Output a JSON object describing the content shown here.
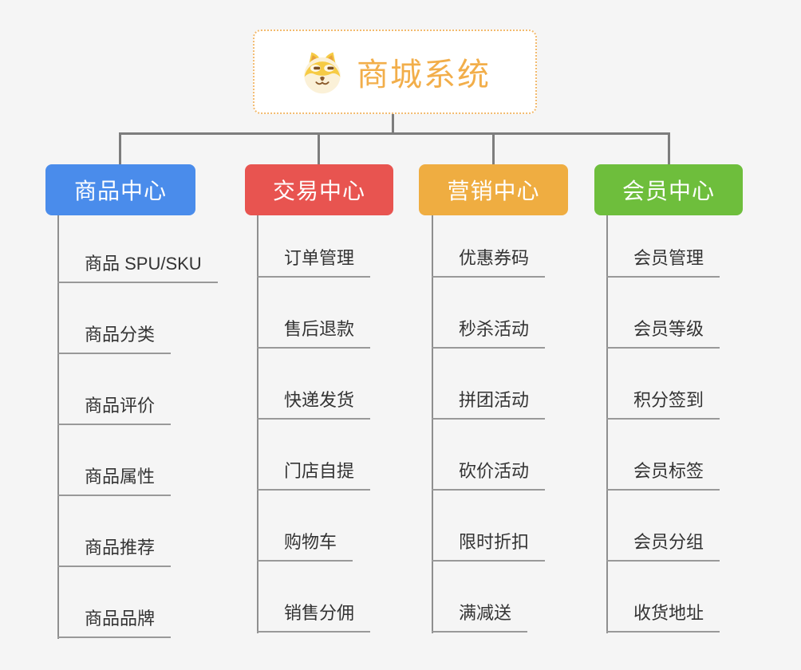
{
  "root": {
    "title": "商城系统",
    "icon": "shiba-dog-icon"
  },
  "branches": [
    {
      "label": "商品中心",
      "color": "#4A8CEB",
      "items": [
        "商品 SPU/SKU",
        "商品分类",
        "商品评价",
        "商品属性",
        "商品推荐",
        "商品品牌"
      ]
    },
    {
      "label": "交易中心",
      "color": "#E85450",
      "items": [
        "订单管理",
        "售后退款",
        "快递发货",
        "门店自提",
        "购物车",
        "销售分佣"
      ]
    },
    {
      "label": "营销中心",
      "color": "#EFAD41",
      "items": [
        "优惠券码",
        "秒杀活动",
        "拼团活动",
        "砍价活动",
        "限时折扣",
        "满减送"
      ]
    },
    {
      "label": "会员中心",
      "color": "#6EBE3C",
      "items": [
        "会员管理",
        "会员等级",
        "积分签到",
        "会员标签",
        "会员分组",
        "收货地址"
      ]
    }
  ],
  "colors": {
    "background": "#F5F5F5",
    "connector": "#7D7D7D",
    "spine": "#8F8F8F",
    "underline": "#999999",
    "item_text": "#333333",
    "root_border": "#F2BA6E",
    "root_title": "#F2AE4A"
  }
}
